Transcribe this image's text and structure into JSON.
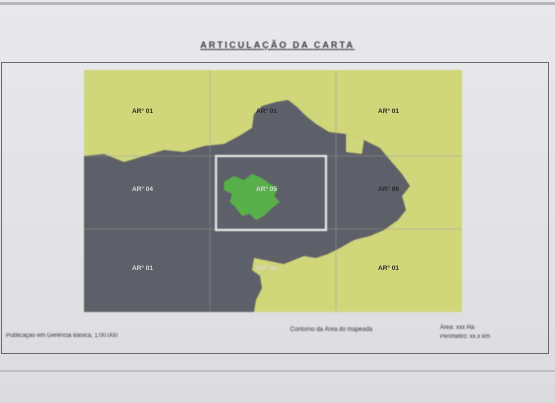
{
  "title": "ARTICULAÇÃO DA CARTA",
  "grid_labels": [
    {
      "id": "nw",
      "text": "AR° 01",
      "shade": "dark"
    },
    {
      "id": "n",
      "text": "AR° 01",
      "shade": "dark"
    },
    {
      "id": "ne",
      "text": "AR° 01",
      "shade": "dark"
    },
    {
      "id": "w",
      "text": "AR° 04",
      "shade": "light"
    },
    {
      "id": "c",
      "text": "AR° 05",
      "shade": "light"
    },
    {
      "id": "e",
      "text": "AR° 06",
      "shade": "dark"
    },
    {
      "id": "sw",
      "text": "AR° 01",
      "shade": "light"
    },
    {
      "id": "s",
      "text": "AR° 01",
      "shade": "light"
    },
    {
      "id": "se",
      "text": "AR° 01",
      "shade": "dark"
    }
  ],
  "footer": {
    "left": "Publicação em Gerência Básica, 1:00.000",
    "center": "Contorno da Área do mapeada",
    "right_line1": "Área: xxx Ha",
    "right_line2": "Perímetro: xx.x km"
  },
  "colors": {
    "background_land": "#cfd77a",
    "region": "#5d6068",
    "highlight": "#58b04a",
    "selection_box": "#e8e8e8"
  }
}
